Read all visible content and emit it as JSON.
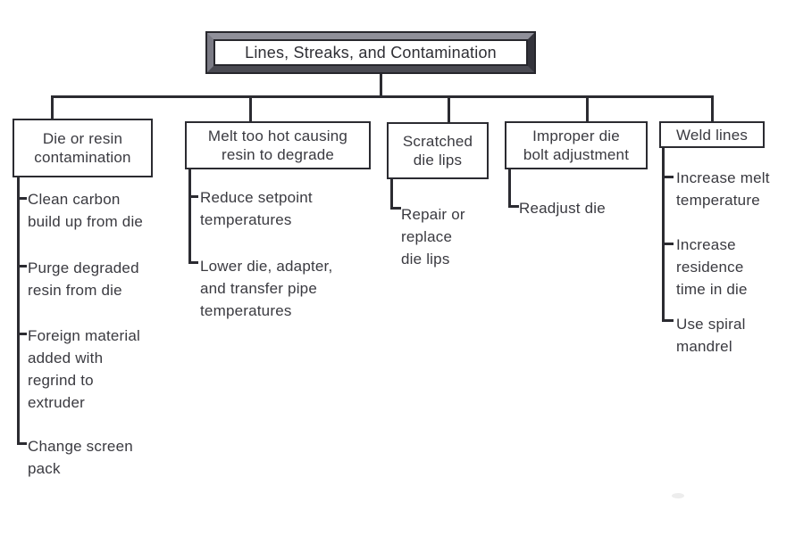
{
  "title": "Lines, Streaks, and Contamination",
  "colors": {
    "line": "#2b2b31",
    "text": "#3a3a40"
  },
  "branches": [
    {
      "label": "Die or resin\ncontamination",
      "items": [
        "Clean carbon\nbuild up from die",
        "Purge degraded\nresin from die",
        "Foreign material\nadded with\nregrind to\nextruder",
        "Change screen\npack"
      ]
    },
    {
      "label": "Melt too hot causing\nresin to degrade",
      "items": [
        "Reduce setpoint\ntemperatures",
        "Lower die, adapter,\nand transfer pipe\ntemperatures"
      ]
    },
    {
      "label": "Scratched\ndie lips",
      "items": [
        "Repair or\nreplace\ndie lips"
      ]
    },
    {
      "label": "Improper die\nbolt adjustment",
      "items": [
        "Readjust die"
      ]
    },
    {
      "label": "Weld lines",
      "items": [
        "Increase melt\ntemperature",
        "Increase\nresidence\ntime in die",
        "Use spiral\nmandrel"
      ]
    }
  ]
}
